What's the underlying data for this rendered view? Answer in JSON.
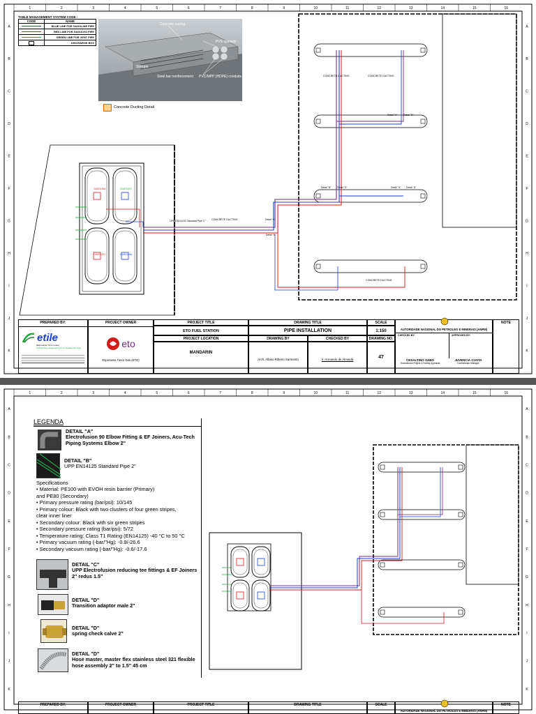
{
  "sheet_frame": {
    "column_numbers": [
      "1",
      "2",
      "3",
      "4",
      "5",
      "6",
      "7",
      "8",
      "9",
      "10",
      "11",
      "12",
      "13",
      "14",
      "15",
      "16"
    ],
    "row_letters": [
      "A",
      "B",
      "C",
      "D",
      "E",
      "F",
      "G",
      "H",
      "I",
      "J",
      "K"
    ]
  },
  "sheet1": {
    "table": {
      "caption": "TABLE MANAGEMENT SYSTEM CODE :",
      "col_code": "CODE",
      "col_name": "NAME",
      "rows": [
        {
          "name": "BLUE LINE FOR GASOLINE PIPE",
          "color": "#1a3fd1"
        },
        {
          "name": "RED LINE FOR GASOLEO PIPE",
          "color": "#d11a1a"
        },
        {
          "name": "GREEN LINE FOR VENT PIPE",
          "color": "#1aa83a"
        },
        {
          "name": "DISCHARGE BOX",
          "color": "#000000"
        }
      ]
    },
    "detail_photo": {
      "labels": [
        "Concrete casing",
        "PVS spacers",
        "Stirrups",
        "Steel bar reinforcement",
        "PVC/MPP (HDPE) conduits"
      ]
    },
    "concrete_detail_label": "Concrete Ducting Detail",
    "plan": {
      "pipe_label": "UPP EN14125 Standard Pipe 2\"",
      "concrete_ducting": "CONCRETE DUCTING",
      "detail_c": "Detail \"C\"",
      "detail_b": "Detail \"B\"",
      "detail_d": "Detail \"D\"",
      "detail_a": "Detail \"A\"",
      "tank_labels": [
        "GASOLINA",
        "GASOLEO",
        "GASOLEO",
        "GASOLINA"
      ]
    },
    "title_block": {
      "prepared_by": "PREPARED BY:",
      "project_owner": "PROJECT OWNER",
      "project_title_h": "PROJECT TITLE",
      "drawing_title_h": "DRAWING TITLE",
      "scale_h": "SCALE",
      "authority": "AUTORIDADE NASIONAL DO PETROLEO E MINERAIS (ANPM)",
      "note_h": "NOTE",
      "project_title": "ETO FUEL STATION",
      "drawing_title": "PIPE INSTALLATION",
      "scale": "1:150",
      "checked_by_l": "CHECKED BY:",
      "approved_by_l": "APPROVED BY:",
      "project_location_h": "PROJECT LOCATION",
      "drawing_by_h": "DRAWING BY",
      "checked_by_h": "CHECKED BY",
      "drawing_no_h": "DRAWING NO.",
      "project_location": "MANDARIN",
      "drawing_by": "Arch. Albino Ribeiro Sarmento",
      "checked_by": "Ir. Armando de Almeida",
      "drawing_no": "47",
      "owner": "Esperansa Timor Oan (ETO)",
      "checker1_name": "CESALTINO SABO",
      "checker1_role": "Downstream Project & Facility Appraisal",
      "approver_name": "JUVENCIA COSTA",
      "approver_role": "Downstream Manager",
      "company_logo": "etile",
      "company_sub1": "(Esperansa Timor Leste)",
      "company_sub2": "Architecture, Engineering & Consultant Services",
      "eto_logo": "eto"
    }
  },
  "sheet2": {
    "legend_title": "LEGENDA",
    "items": [
      {
        "title": "DETAIL \"A\"",
        "name": "Electrofusion 90 Elbow Fitting & EF Joiners, Acu-Tech Piping Systems  Elbow 2\""
      },
      {
        "title": "DETAIL \"B\"",
        "name": "UPP EN14125 Standard Pipe 2\""
      },
      {
        "title": "DETAIL \"C\"",
        "name": "UPP Electrofusion reducing tee fittings & EF Joiners  2\" redus 1.5\""
      },
      {
        "title": "DETAIL \"D\"",
        "name": "Transition adaptor male 2\""
      },
      {
        "title": "DETAIL \"D\"",
        "name": "spring check calve 2\""
      },
      {
        "title": "DETAIL \"D\"",
        "name": "Hose master, master flex stainless steel 321 flexible hose assembly 2\" to 1.5\" 45 cm"
      }
    ],
    "specs_title": "Specifications",
    "specs": [
      "• Material: PE100 with EVOH resin barrier (Primary)",
      "and PE80 (Secondary)",
      "• Primary pressure rating (bar/psi): 10/145",
      "• Primary colour: Black with two clusters of four green stripes,",
      "clear inner liner",
      "• Secondary colour: Black with six green stripes",
      "• Secondary pressure rating (bar/psi): 5/72",
      "• Temperature rating: Class T1 Rating (EN14125) -40 °C to 50 °C",
      "• Primary vacuum rating (-bar/\"Hg): -0.9/-26.6",
      "• Secondary vacuum rating (-bar/\"Hg): -0.6/-17.6"
    ],
    "title_block": {
      "prepared_by": "PREPARED BY:",
      "project_owner": "PROJECT OWNER",
      "project_title_h": "PROJECT TITLE",
      "drawing_title_h": "DRAWING TITLE",
      "scale_h": "SCALE",
      "authority": "AUTORIDADE NASIONAL DO PETROLEO E MINERAIS (ANPM)",
      "note_h": "NOTE"
    }
  }
}
